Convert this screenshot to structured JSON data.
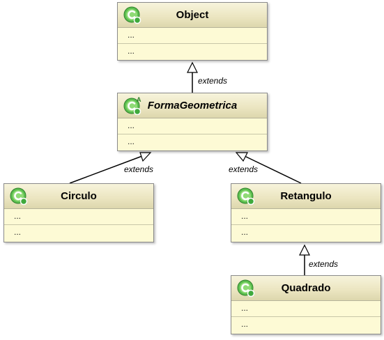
{
  "diagram": {
    "classes": {
      "object": {
        "name": "Object",
        "abstract": false,
        "members": [
          "...",
          "..."
        ]
      },
      "forma": {
        "name": "FormaGeometrica",
        "abstract": true,
        "abstract_marker": "A",
        "members": [
          "...",
          "..."
        ]
      },
      "circulo": {
        "name": "Circulo",
        "abstract": false,
        "members": [
          "...",
          "..."
        ]
      },
      "retangulo": {
        "name": "Retangulo",
        "abstract": false,
        "members": [
          "...",
          "..."
        ]
      },
      "quadrado": {
        "name": "Quadrado",
        "abstract": false,
        "members": [
          "...",
          "..."
        ]
      }
    },
    "relations": [
      {
        "from": "FormaGeometrica",
        "to": "Object",
        "label": "extends"
      },
      {
        "from": "Circulo",
        "to": "FormaGeometrica",
        "label": "extends"
      },
      {
        "from": "Retangulo",
        "to": "FormaGeometrica",
        "label": "extends"
      },
      {
        "from": "Quadrado",
        "to": "Retangulo",
        "label": "extends"
      }
    ],
    "colors": {
      "class_fill": "#fdfad5",
      "header_fill": "#ece6c2",
      "border": "#8a8a8a",
      "icon_green": "#3faa3c"
    },
    "icons": {
      "class": "class-c-icon",
      "abstract": "abstract-class-c-icon"
    }
  }
}
